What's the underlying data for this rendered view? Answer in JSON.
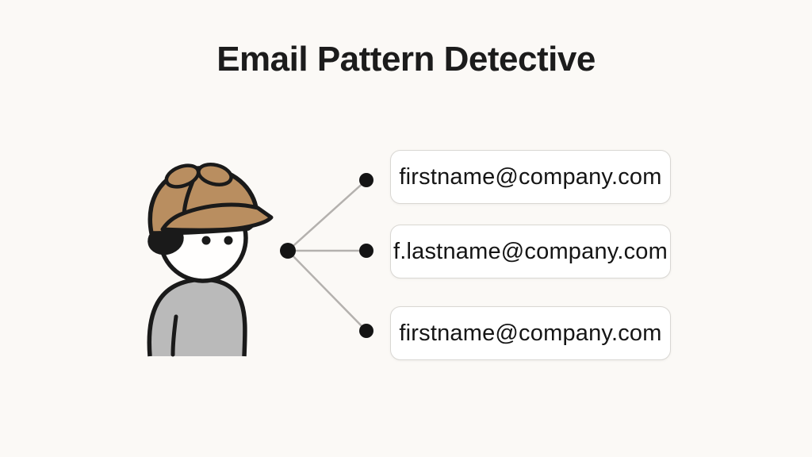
{
  "title": "Email Pattern Detective",
  "patterns": [
    {
      "label": "firstname@company.com"
    },
    {
      "label": "f.lastname@company.com"
    },
    {
      "label": "firstname@company.com"
    }
  ],
  "colors": {
    "page_background": "#fbf9f6",
    "title_text": "#1c1c1c",
    "email_text": "#151515",
    "card_background": "#ffffff",
    "card_border": "#d9d7d3",
    "hat": "#b98e60",
    "torso": "#bababa",
    "outline": "#1a1a1a",
    "connector": "#b4b1ae",
    "node": "#141414"
  }
}
